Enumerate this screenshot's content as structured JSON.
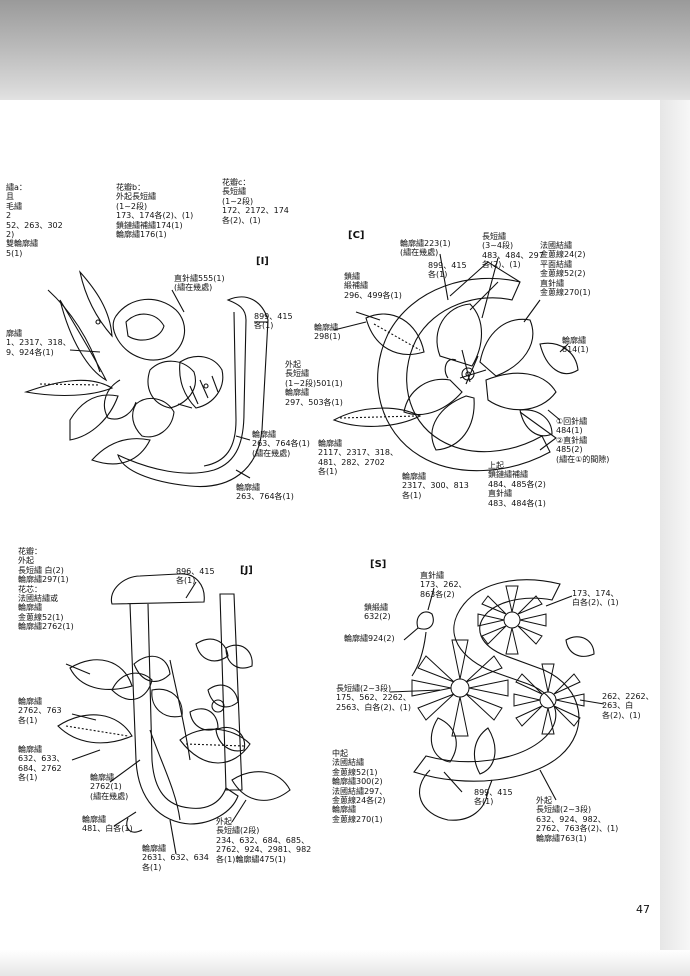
{
  "page_number": "47",
  "panels": {
    "I": {
      "label": "[I]",
      "notes": [
        "繡a：\n且\n毛繡\n2\n52、263、302\n2)\n雙輪廓繡\n5(1)",
        "花瓣b：\n外起長短繡\n(1~2段)\n173、174各(2)、(1)\n鎖鏈繡補繡174(1)\n輪廓繡176(1)",
        "花瓣c：\n長短繡\n(1~2段)\n172、2172、174\n各(2)、(1)",
        "直針繡555(1)\n(繡在幾處)",
        "899、415\n各(1)",
        "廓繡\n1、2317、318、\n9、924各(1)",
        "外起\n長短繡\n(1~2段)501(1)\n輪廓繡\n297、503各(1)",
        "輪廓繡\n263、764各(1)\n(繡在幾處)",
        "輪廓繡\n263、764各(1)"
      ]
    },
    "C": {
      "label": "[C]",
      "notes": [
        "輪廓繡223(1)\n(繡在幾處)",
        "899、415\n各(1)",
        "長短繡\n(3~4段)\n483、484、297\n各(2)、(1)",
        "法國結繡\n金蔥線24(2)\n平面結繡\n金蔥線52(2)\n直針繡\n金蔥線270(1)",
        "鎖繡\n緞補繡\n296、499各(1)",
        "輪廓繡\n298(1)",
        "輪廓繡\n814(1)",
        "①回針繡\n484(1)\n②直針繡\n485(2)\n(繡在①的間隙)",
        "輪廓繡\n2117、2317、318、\n481、282、2702\n各(1)",
        "上起\n鎖鏈繡補繡\n484、485各(2)\n直針繡\n483、484各(1)",
        "輪廓繡\n2317、300、813\n各(1)"
      ]
    },
    "J": {
      "label": "[J]",
      "notes": [
        "花瓣：\n外起\n長短繡 白(2)\n輪廓繡297(1)\n花芯：\n法國結繡或\n輪廓繡\n金蔥線52(1)\n輪廓繡2762(1)",
        "896、415\n各(1)",
        "輪廓繡\n2762、763\n各(1)",
        "輪廓繡\n632、633、\n684、2762\n各(1)",
        "輪廓繡\n2762(1)\n(繡在幾處)",
        "輪廓繡\n481、白各(1)",
        "輪廓繡\n2631、632、634\n各(1)",
        "外起\n長短繡(2段)\n234、632、684、685、\n2762、924、2981、982\n各(1)輪廓繡475(1)"
      ]
    },
    "S": {
      "label": "[S]",
      "notes": [
        "直針繡\n173、262、\n863各(2)",
        "鎖緞繡\n632(2)",
        "輪廓繡924(2)",
        "173、174、\n白各(2)、(1)",
        "長短繡(2~3段)\n175、562、2262、\n2563、白各(2)、(1)",
        "262、2262、\n263、白\n各(2)、(1)",
        "中起\n法國結繡\n金蔥線52(1)\n輪廓繡300(2)\n法國結繡297、\n金蔥線24各(2)\n輪廓繡\n金蔥線270(1)",
        "899、415\n各(1)",
        "外起\n長短繡(2~3段)\n632、924、982、\n2762、763各(2)、(1)\n輪廓繡763(1)"
      ]
    }
  }
}
